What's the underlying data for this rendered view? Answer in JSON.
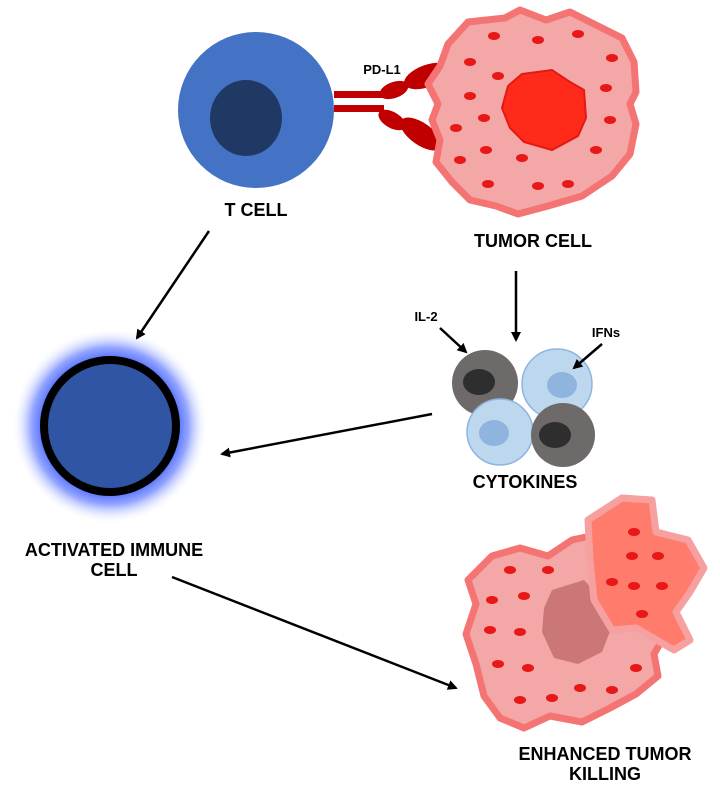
{
  "labels": {
    "t_cell": "T CELL",
    "pd_l1": "PD-L1",
    "tumor_cell": "TUMOR CELL",
    "il2": "IL-2",
    "ifns": "IFNs",
    "cytokines": "CYTOKINES",
    "activated_line1": "ACTIVATED IMMUNE",
    "activated_line2": "CELL",
    "enhanced_line1": "ENHANCED TUMOR",
    "enhanced_line2": "KILLING"
  },
  "colors": {
    "t_cell_body": "#4472c4",
    "t_cell_nucleus": "#203864",
    "activated_cell": "#2f55a4",
    "activated_glow": "#4d6bff",
    "receptor": "#c00000",
    "tumor_membrane": "#f47474",
    "tumor_body": "#f4a7a7",
    "tumor_nucleus": "#ff2a1a",
    "tumor_granule": "#e81818",
    "cytokine_grey": "#6e6a6a",
    "cytokine_grey_nucleus": "#2e2e2e",
    "cytokine_blue": "#bdd7ee",
    "cytokine_blue_nucleus": "#8fb4de",
    "killed_core": "#cc7777",
    "killed_wedge": "#ff7b6b",
    "arrow": "#000000"
  }
}
